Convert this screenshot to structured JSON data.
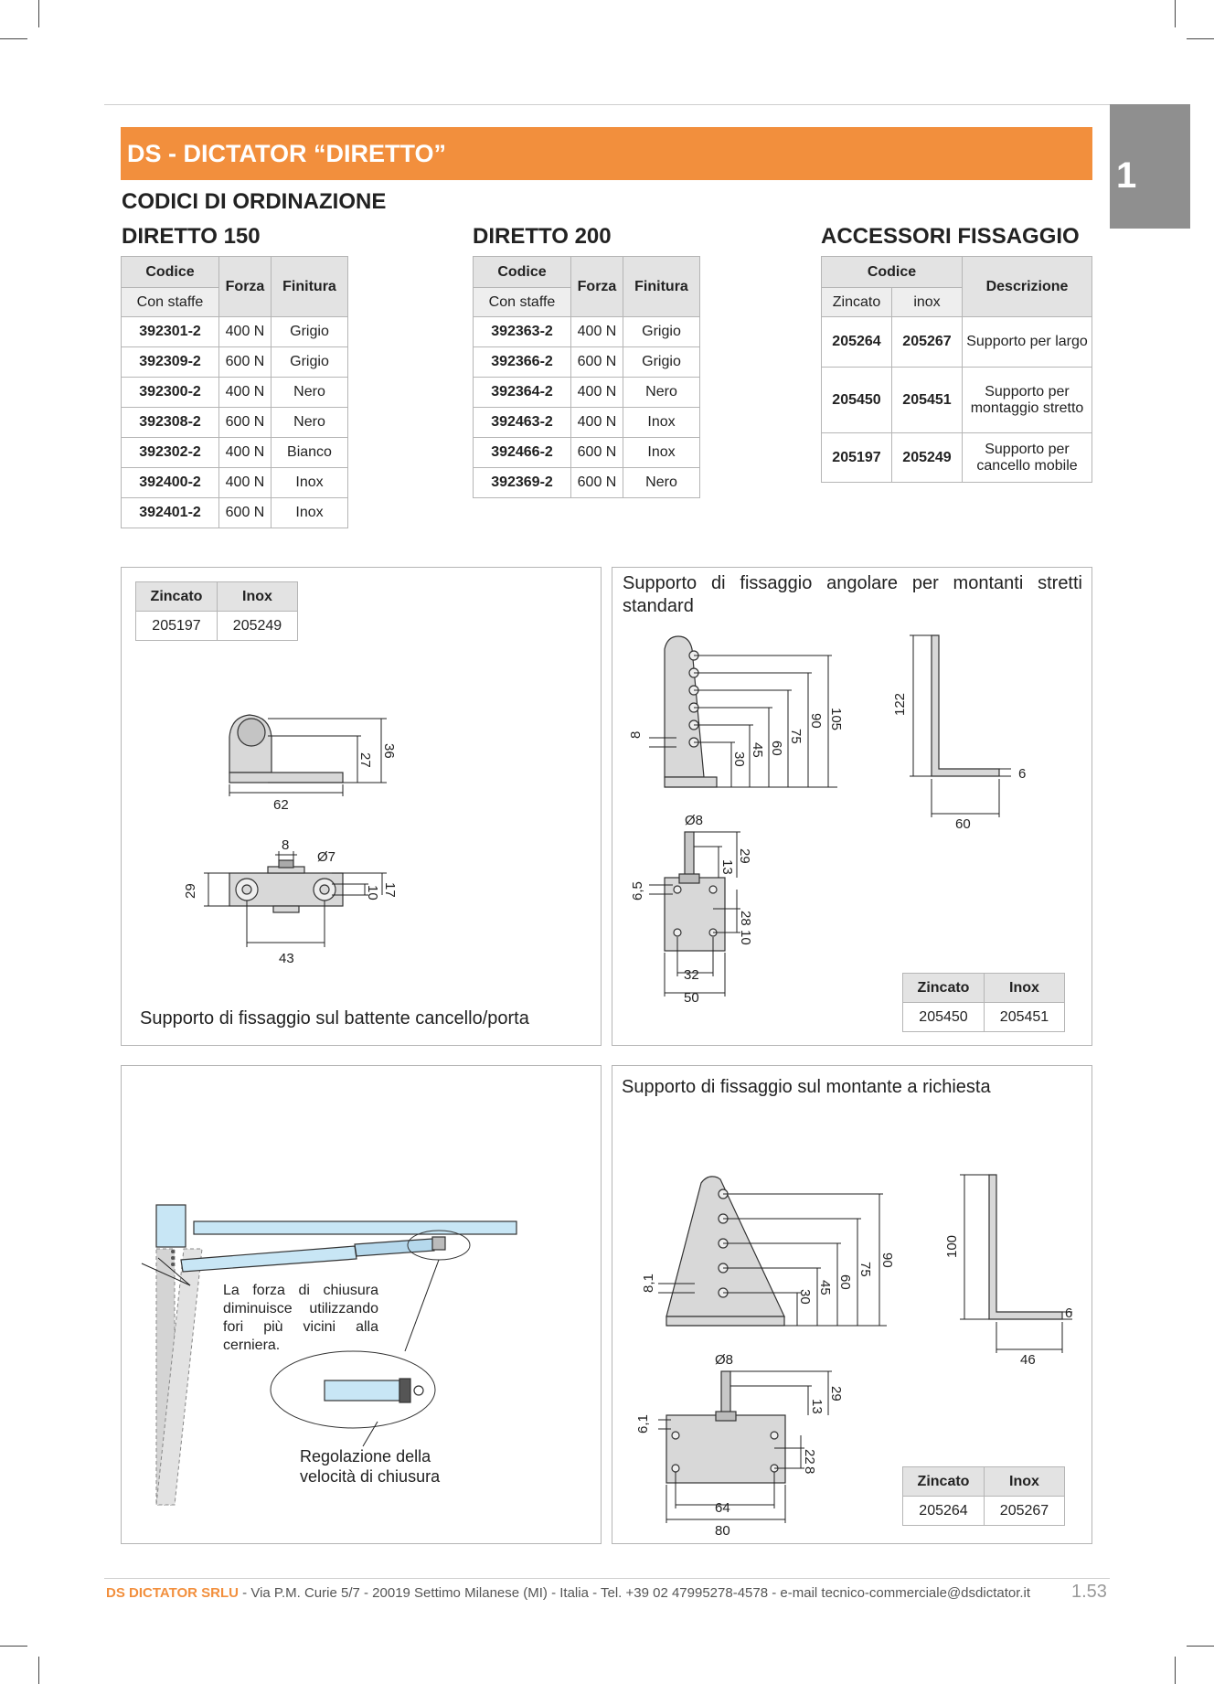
{
  "header": {
    "title": "DS - DICTATOR “DIRETTO”",
    "section_number": "1",
    "subtitle": "CODICI DI ORDINAZIONE"
  },
  "diretto150": {
    "heading": "DIRETTO 150",
    "col_code": "Codice",
    "col_code_sub": "Con staffe",
    "col_force": "Forza",
    "col_finish": "Finitura",
    "rows": [
      {
        "code": "392301-2",
        "force": "400 N",
        "finish": "Grigio"
      },
      {
        "code": "392309-2",
        "force": "600 N",
        "finish": "Grigio"
      },
      {
        "code": "392300-2",
        "force": "400 N",
        "finish": "Nero"
      },
      {
        "code": "392308-2",
        "force": "600 N",
        "finish": "Nero"
      },
      {
        "code": "392302-2",
        "force": "400 N",
        "finish": "Bianco"
      },
      {
        "code": "392400-2",
        "force": "400 N",
        "finish": "Inox"
      },
      {
        "code": "392401-2",
        "force": "600 N",
        "finish": "Inox"
      }
    ]
  },
  "diretto200": {
    "heading": "DIRETTO 200",
    "col_code": "Codice",
    "col_code_sub": "Con staffe",
    "col_force": "Forza",
    "col_finish": "Finitura",
    "rows": [
      {
        "code": "392363-2",
        "force": "400 N",
        "finish": "Grigio"
      },
      {
        "code": "392366-2",
        "force": "600 N",
        "finish": "Grigio"
      },
      {
        "code": "392364-2",
        "force": "400 N",
        "finish": "Nero"
      },
      {
        "code": "392463-2",
        "force": "400 N",
        "finish": "Inox"
      },
      {
        "code": "392466-2",
        "force": "600 N",
        "finish": "Inox"
      },
      {
        "code": "392369-2",
        "force": "600 N",
        "finish": "Nero"
      }
    ]
  },
  "accessori": {
    "heading": "ACCESSORI FISSAGGIO",
    "col_code": "Codice",
    "col_zincato": "Zincato",
    "col_inox": "inox",
    "col_desc": "Descrizione",
    "rows": [
      {
        "zincato": "205264",
        "inox": "205267",
        "desc": "Supporto per largo"
      },
      {
        "zincato": "205450",
        "inox": "205451",
        "desc": "Supporto per montaggio stretto"
      },
      {
        "zincato": "205197",
        "inox": "205249",
        "desc": "Supporto per cancello mobile"
      }
    ]
  },
  "panel1": {
    "col_zincato": "Zincato",
    "col_inox": "Inox",
    "zincato": "205197",
    "inox": "205249",
    "caption": "Supporto di fissaggio sul battente cancello/porta",
    "dims": {
      "h36": "36",
      "h27": "27",
      "w62": "62",
      "d8": "8",
      "dia7": "Ø7",
      "h29": "29",
      "h10": "10",
      "h17": "17",
      "w43": "43"
    }
  },
  "panel2": {
    "caption": "Supporto di fissaggio angolare per montanti stretti standard",
    "col_zincato": "Zincato",
    "col_inox": "Inox",
    "zincato": "205450",
    "inox": "205451",
    "dims": {
      "d8": "8",
      "d30": "30",
      "d45": "45",
      "d60": "60",
      "d75": "75",
      "d90": "90",
      "d105": "105",
      "d122": "122",
      "d6": "6",
      "d60b": "60",
      "dia8": "Ø8",
      "d13": "13",
      "d29": "29",
      "d65": "6,5",
      "d28": "28",
      "d10": "10",
      "d32": "32",
      "d50": "50"
    }
  },
  "panel3": {
    "note1": "La forza di chiusura diminuisce utilizzando fori più vicini alla cerniera.",
    "note2": "Regolazione della velocità di chiusura"
  },
  "panel4": {
    "caption": "Supporto di fissaggio sul montante a richiesta",
    "col_zincato": "Zincato",
    "col_inox": "Inox",
    "zincato": "205264",
    "inox": "205267",
    "dims": {
      "d81": "8,1",
      "d30": "30",
      "d45": "45",
      "d60": "60",
      "d75": "75",
      "d90": "90",
      "d100": "100",
      "d6": "6",
      "d46": "46",
      "dia8": "Ø8",
      "d13": "13",
      "d29": "29",
      "d61": "6,1",
      "d22": "22",
      "d8": "8",
      "d64": "64",
      "d80": "80"
    }
  },
  "footer": {
    "company": "DS DICTATOR SRLU",
    "address": " - Via P.M. Curie 5/7 - 20019 Settimo Milanese (MI) - Italia - Tel. +39 02 47995278-4578 - e-mail tecnico-commerciale@dsdictator.it",
    "page": "1.53"
  }
}
